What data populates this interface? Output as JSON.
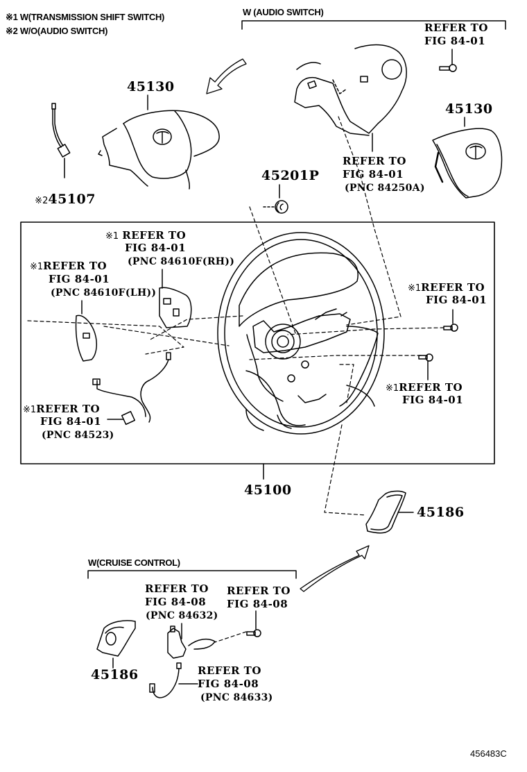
{
  "legend": {
    "note1": "※1 W(TRANSMISSION SHIFT SWITCH)",
    "note2": "※2 W/O(AUDIO SWITCH)"
  },
  "groups": {
    "audio_switch": "W (AUDIO SWITCH)",
    "cruise_control": "W(CRUISE CONTROL)"
  },
  "part_numbers": {
    "airbag_left": "45130",
    "airbag_right": "45130",
    "wire": "45107",
    "wire_mark": "※2",
    "cap": "45201P",
    "wheel": "45100",
    "cover_right": "45186",
    "cover_bottom": "45186"
  },
  "references": {
    "audio_bolt": {
      "line1": "REFER TO",
      "line2": "FIG 84-01"
    },
    "audio_bezel": {
      "line1": "REFER TO",
      "line2": "FIG 84-01",
      "line3": "(PNC 84250A)"
    },
    "shift_rh": {
      "mark": "※1",
      "line1": "REFER TO",
      "line2": "FIG 84-01",
      "line3": "(PNC 84610F(RH))"
    },
    "shift_lh": {
      "mark": "※1",
      "line1": "REFER TO",
      "line2": "FIG 84-01",
      "line3": "(PNC 84610F(LH))"
    },
    "bolt_upper": {
      "mark": "※1",
      "line1": "REFER TO",
      "line2": "FIG 84-01"
    },
    "bolt_lower": {
      "mark": "※1",
      "line1": "REFER TO",
      "line2": "FIG 84-01"
    },
    "harness": {
      "mark": "※1",
      "line1": "REFER TO",
      "line2": "FIG 84-01",
      "line3": "(PNC 84523)"
    },
    "cruise_switch": {
      "line1": "REFER TO",
      "line2": "FIG 84-08",
      "line3": "(PNC 84632)"
    },
    "cruise_bolt": {
      "line1": "REFER TO",
      "line2": "FIG 84-08"
    },
    "cruise_wire": {
      "line1": "REFER TO",
      "line2": "FIG 84-08",
      "line3": "(PNC 84633)"
    }
  },
  "figure_code": "456483C"
}
